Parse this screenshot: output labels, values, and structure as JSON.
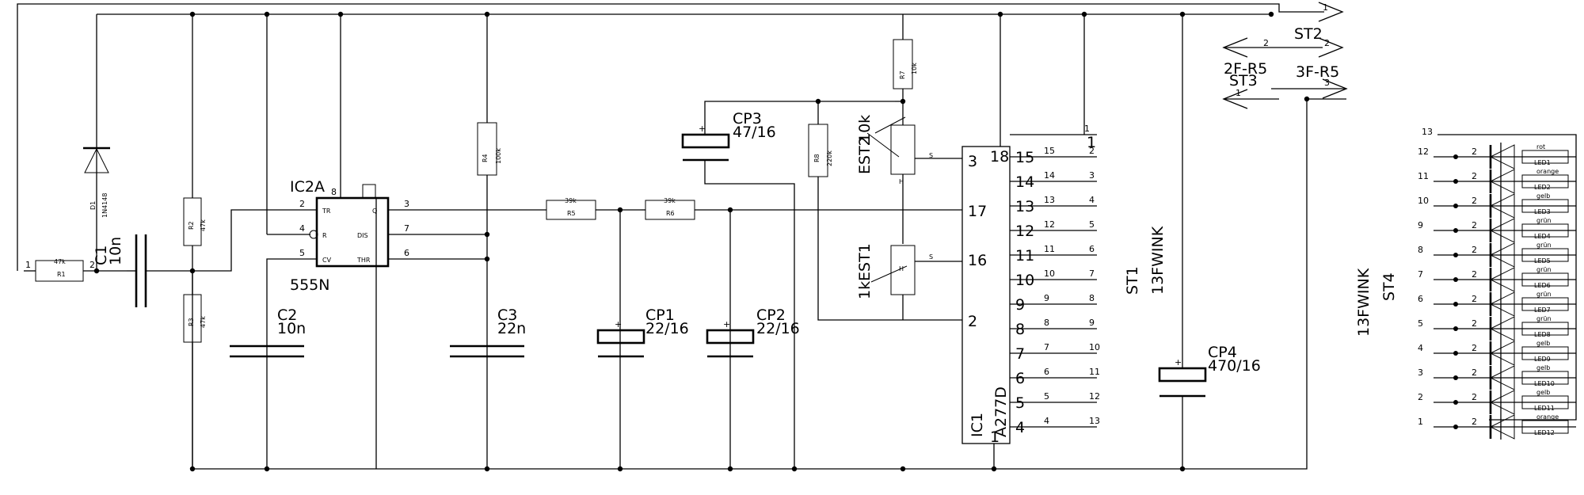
{
  "ic2": {
    "name": "IC2A",
    "type": "555N",
    "pins": {
      "tr": "TR",
      "r": "R",
      "cv": "CV",
      "q": "Q",
      "dis": "DIS",
      "thr": "THR"
    },
    "pin_nums": [
      "2",
      "4",
      "5",
      "3",
      "7",
      "6",
      "8"
    ]
  },
  "ic1": {
    "name": "IC1",
    "type": "A277D",
    "pins": [
      "15",
      "14",
      "13",
      "12",
      "11",
      "10",
      "9",
      "8",
      "7",
      "6",
      "5",
      "4"
    ],
    "left": [
      "3",
      "17",
      "16",
      "2"
    ],
    "top": "18",
    "bottom": "1"
  },
  "resistors": [
    {
      "name": "R1",
      "value": "47k"
    },
    {
      "name": "R2",
      "value": "47k"
    },
    {
      "name": "R3",
      "value": "47k"
    },
    {
      "name": "R4",
      "value": "100k"
    },
    {
      "name": "R5",
      "value": "39k"
    },
    {
      "name": "R6",
      "value": "39k"
    },
    {
      "name": "R7",
      "value": "10k"
    },
    {
      "name": "R8",
      "value": "220k"
    }
  ],
  "caps": [
    {
      "name": "C1",
      "value": "10n"
    },
    {
      "name": "C2",
      "value": "10n"
    },
    {
      "name": "C3",
      "value": "22n"
    },
    {
      "name": "CP1",
      "value": "22/16"
    },
    {
      "name": "CP2",
      "value": "22/16"
    },
    {
      "name": "CP3",
      "value": "47/16"
    },
    {
      "name": "CP4",
      "value": "470/16"
    }
  ],
  "diode": {
    "name": "D1",
    "type": "1N4148"
  },
  "pots": [
    {
      "name": "EST2",
      "value": "10k"
    },
    {
      "name": "EST1",
      "value": "1k"
    }
  ],
  "pot_pins": {
    "s": "S",
    "h": "H"
  },
  "connectors": {
    "st1": "ST1",
    "st1_type": "13FWINK",
    "st2": "ST2",
    "st3": "ST3",
    "st4": "ST4",
    "st4_type": "13FWINK",
    "f2": "2F-R5",
    "f3": "3F-R5"
  },
  "st1_pins": [
    "1",
    "2",
    "3",
    "4",
    "5",
    "6",
    "7",
    "8",
    "9",
    "10",
    "11",
    "12",
    "13"
  ],
  "leds": [
    {
      "row": "12",
      "name": "LED1",
      "color": "rot"
    },
    {
      "row": "11",
      "name": "LED2",
      "color": "orange"
    },
    {
      "row": "10",
      "name": "LED3",
      "color": "gelb"
    },
    {
      "row": "9",
      "name": "LED4",
      "color": "grün"
    },
    {
      "row": "8",
      "name": "LED5",
      "color": "grün"
    },
    {
      "row": "7",
      "name": "LED6",
      "color": "grün"
    },
    {
      "row": "6",
      "name": "LED7",
      "color": "grün"
    },
    {
      "row": "5",
      "name": "LED8",
      "color": "grün"
    },
    {
      "row": "4",
      "name": "LED9",
      "color": "gelb"
    },
    {
      "row": "3",
      "name": "LED10",
      "color": "gelb"
    },
    {
      "row": "2",
      "name": "LED11",
      "color": "gelb"
    },
    {
      "row": "1",
      "name": "LED12",
      "color": "orange"
    }
  ],
  "st4_top": "13",
  "pin_one": "1",
  "pin_two": "2",
  "pin_three": "3",
  "pin_four": "4",
  "pin_five": "5",
  "pin_six": "6",
  "pin_seven": "7",
  "pin_eight": "8"
}
